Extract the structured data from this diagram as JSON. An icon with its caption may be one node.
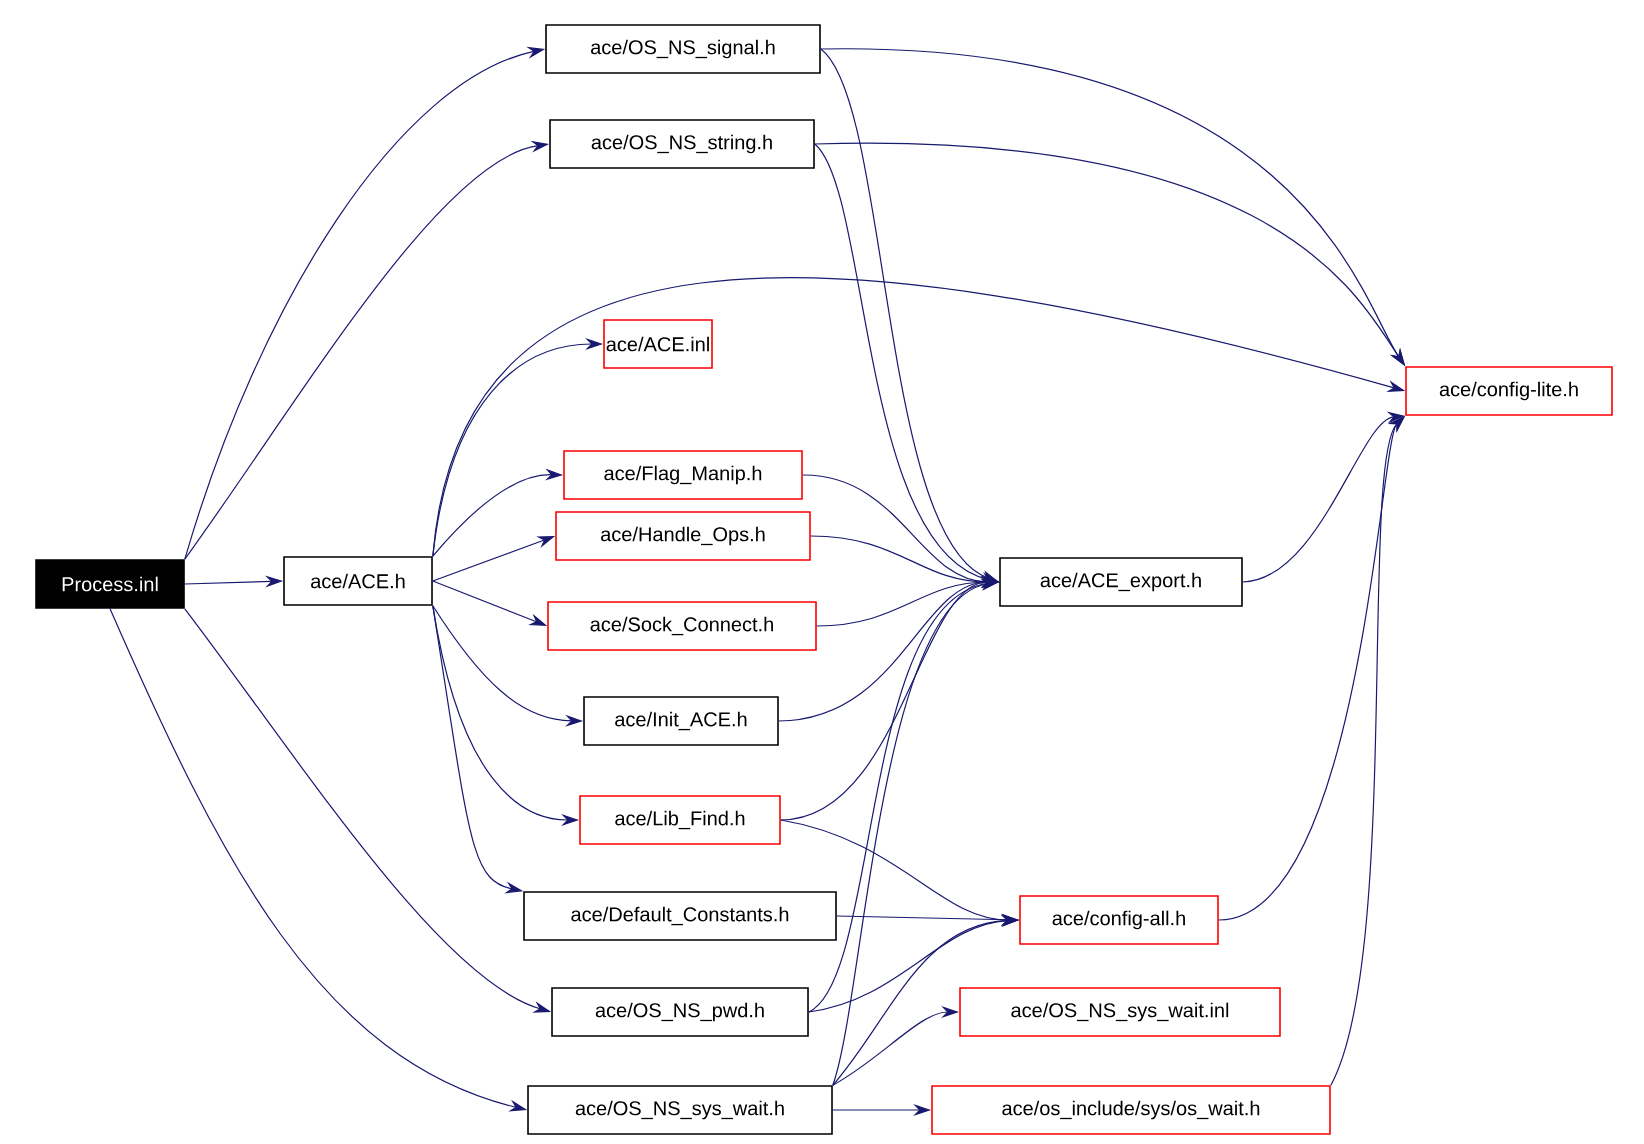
{
  "diagram": {
    "nodes": [
      {
        "text": [
          "Process.inl"
        ]
      },
      {
        "text": [
          "ace/OS_NS_signal.h"
        ]
      },
      {
        "text": [
          "ace/OS_NS_string.h"
        ]
      },
      {
        "text": [
          "ace/ACE.h"
        ]
      },
      {
        "text": [
          "ace/ACE.inl"
        ]
      },
      {
        "text": [
          "ace/Flag_Manip.h"
        ]
      },
      {
        "text": [
          "ace/Handle_Ops.h"
        ]
      },
      {
        "text": [
          "ace/Sock_Connect.h"
        ]
      },
      {
        "text": [
          "ace/Init_ACE.h"
        ]
      },
      {
        "text": [
          "ace/Lib_Find.h"
        ]
      },
      {
        "text": [
          "ace/Default_Constants.h"
        ]
      },
      {
        "text": [
          "ace/OS_NS_pwd.h"
        ]
      },
      {
        "text": [
          "ace/OS_NS_sys_wait.h"
        ]
      },
      {
        "text": [
          "ace/config-lite.h"
        ]
      },
      {
        "text": [
          "ace/ACE_export.h"
        ]
      },
      {
        "text": [
          "ace/config-all.h"
        ]
      },
      {
        "text": [
          "ace/OS_NS_sys_wait.inl"
        ]
      },
      {
        "text": [
          "ace/os_include/sys/os_wait.h"
        ]
      }
    ],
    "edges": [
      {
        "from": 0,
        "to": 1,
        "arrow": "to"
      },
      {
        "from": 0,
        "to": 2,
        "arrow": "to"
      },
      {
        "from": 0,
        "to": 3,
        "arrow": "to"
      },
      {
        "from": 0,
        "to": 11,
        "arrow": "to"
      },
      {
        "from": 0,
        "to": 12,
        "arrow": "to"
      },
      {
        "from": 1,
        "to": 13,
        "arrow": "to"
      },
      {
        "from": 1,
        "to": 14,
        "arrow": "to"
      },
      {
        "from": 2,
        "to": 13,
        "arrow": "to"
      },
      {
        "from": 2,
        "to": 14,
        "arrow": "to"
      },
      {
        "from": 3,
        "to": 13,
        "arrow": "to"
      },
      {
        "from": 3,
        "to": 4,
        "arrow": "to"
      },
      {
        "from": 3,
        "to": 5,
        "arrow": "to"
      },
      {
        "from": 3,
        "to": 6,
        "arrow": "to"
      },
      {
        "from": 3,
        "to": 7,
        "arrow": "to"
      },
      {
        "from": 3,
        "to": 8,
        "arrow": "to"
      },
      {
        "from": 3,
        "to": 9,
        "arrow": "to"
      },
      {
        "from": 3,
        "to": 10,
        "arrow": "to"
      },
      {
        "from": 5,
        "to": 14,
        "arrow": "to"
      },
      {
        "from": 6,
        "to": 14,
        "arrow": "to"
      },
      {
        "from": 7,
        "to": 14,
        "arrow": "to"
      },
      {
        "from": 8,
        "to": 14,
        "arrow": "to"
      },
      {
        "from": 9,
        "to": 14,
        "arrow": "to"
      },
      {
        "from": 9,
        "to": 15,
        "arrow": "to"
      },
      {
        "from": 10,
        "to": 15,
        "arrow": "to"
      },
      {
        "from": 11,
        "to": 14,
        "arrow": "to"
      },
      {
        "from": 11,
        "to": 15,
        "arrow": "to"
      },
      {
        "from": 12,
        "to": 14,
        "arrow": "to"
      },
      {
        "from": 12,
        "to": 15,
        "arrow": "to"
      },
      {
        "from": 12,
        "to": 16,
        "arrow": "to"
      },
      {
        "from": 12,
        "to": 17,
        "arrow": "to"
      },
      {
        "from": 14,
        "to": 13,
        "arrow": "to"
      },
      {
        "from": 15,
        "to": 13,
        "arrow": "to"
      },
      {
        "from": 17,
        "to": 13,
        "arrow": "to"
      }
    ]
  }
}
